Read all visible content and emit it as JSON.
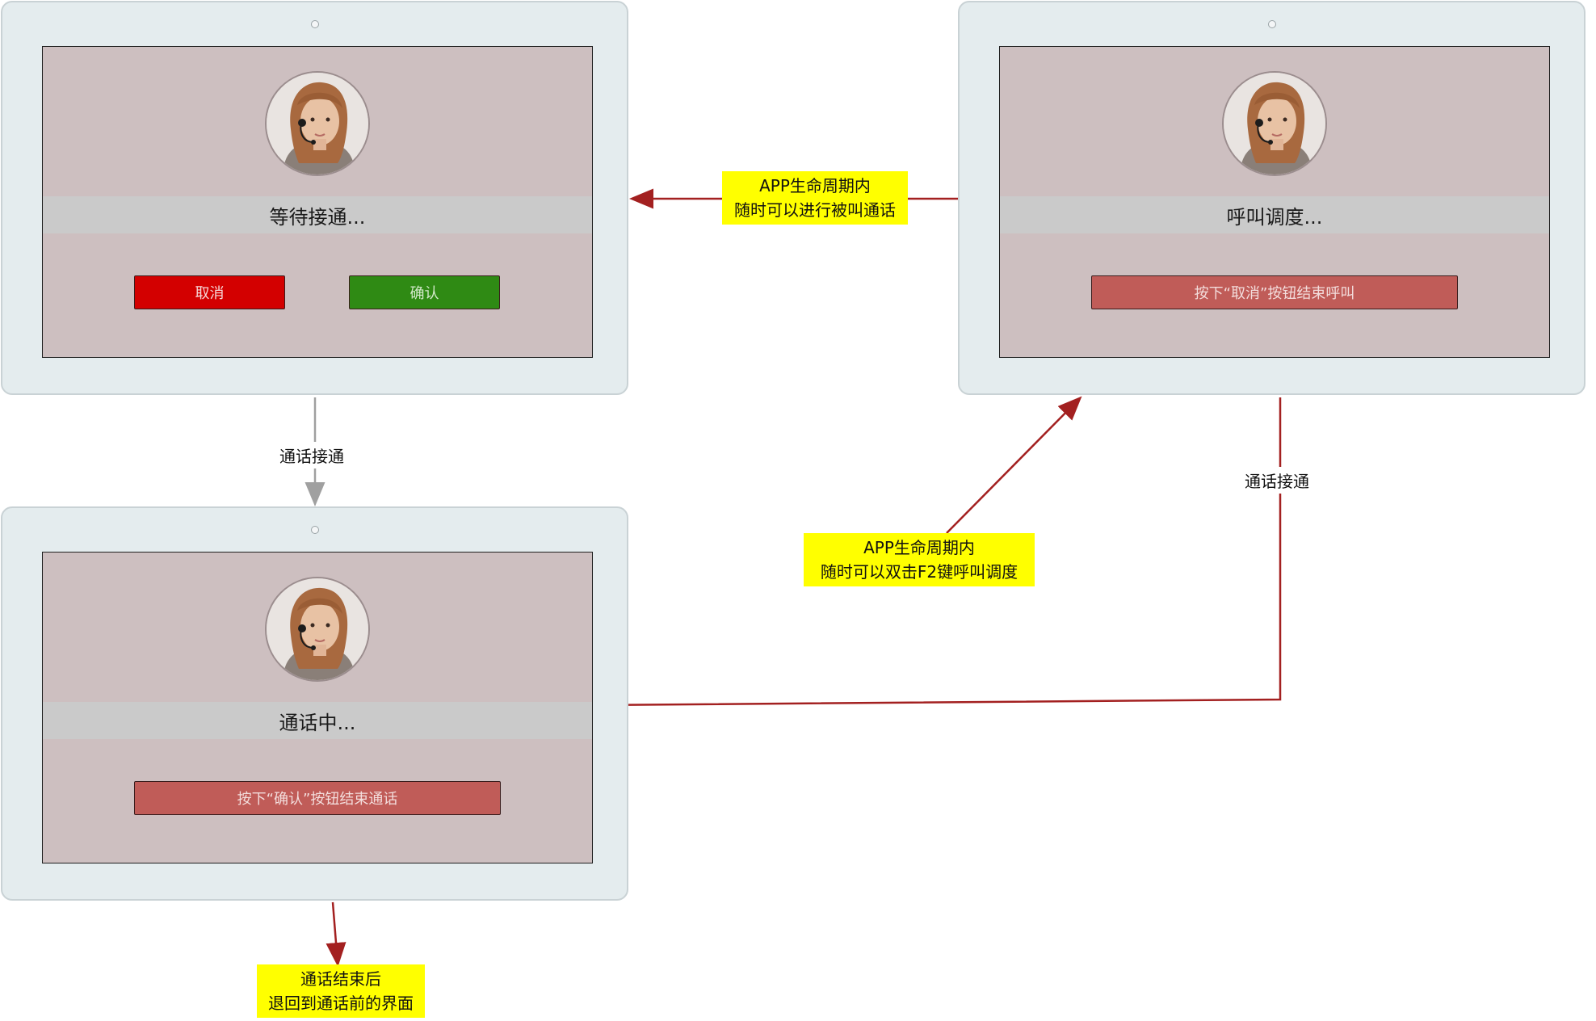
{
  "screens": {
    "waiting": {
      "status": "等待接通...",
      "cancel_label": "取消",
      "confirm_label": "确认"
    },
    "dispatch": {
      "status": "呼叫调度...",
      "action_label": "按下“取消”按钮结束呼叫"
    },
    "in_call": {
      "status": "通话中...",
      "action_label": "按下“确认”按钮结束通话"
    }
  },
  "notes": {
    "incoming_line1": "APP生命周期内",
    "incoming_line2": "随时可以进行被叫通话",
    "dial_line1": "APP生命周期内",
    "dial_line2": "随时可以双击F2键呼叫调度",
    "after_line1": "通话结束后",
    "after_line2": "退回到通话前的界面"
  },
  "edges": {
    "left_connected": "通话接通",
    "right_connected": "通话接通"
  },
  "colors": {
    "arrow_red": "#a32020",
    "arrow_gray": "#a0a0a0",
    "note_bg": "#ffff00",
    "cancel": "#d30000",
    "confirm": "#2f8a14",
    "action": "#c05c58"
  },
  "icons": {
    "avatar": "agent-headset-avatar"
  }
}
